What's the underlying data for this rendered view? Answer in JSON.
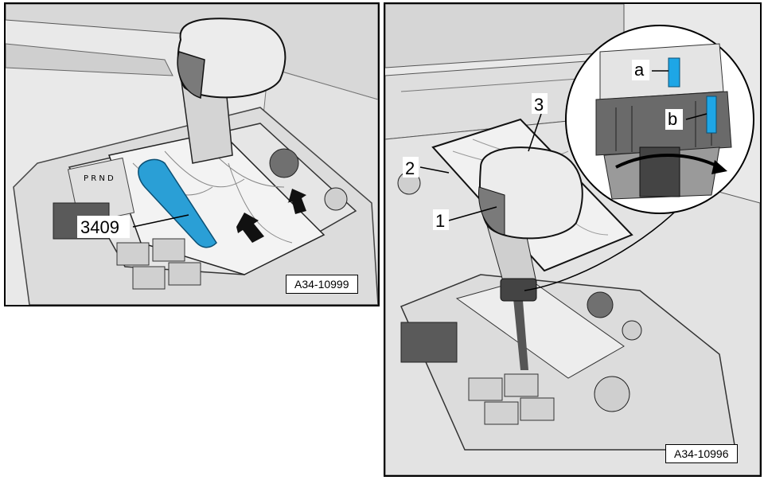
{
  "left_panel": {
    "tool_label": "3409",
    "figure_ref": "A34-10999"
  },
  "right_panel": {
    "callouts": [
      "1",
      "2",
      "3"
    ],
    "detail_callouts": [
      "a",
      "b"
    ],
    "figure_ref": "A34-10996"
  },
  "colors": {
    "tool_highlight": "#2a9fd6",
    "detail_marker": "#1ea6e6",
    "background_gray": "#e9e9e9",
    "line": "#000000"
  },
  "icons": [
    "shift-knob",
    "gear-boot",
    "special-tool-3409",
    "locking-ring-detail",
    "rotation-arrow-icon",
    "pull-up-arrow-icon"
  ]
}
